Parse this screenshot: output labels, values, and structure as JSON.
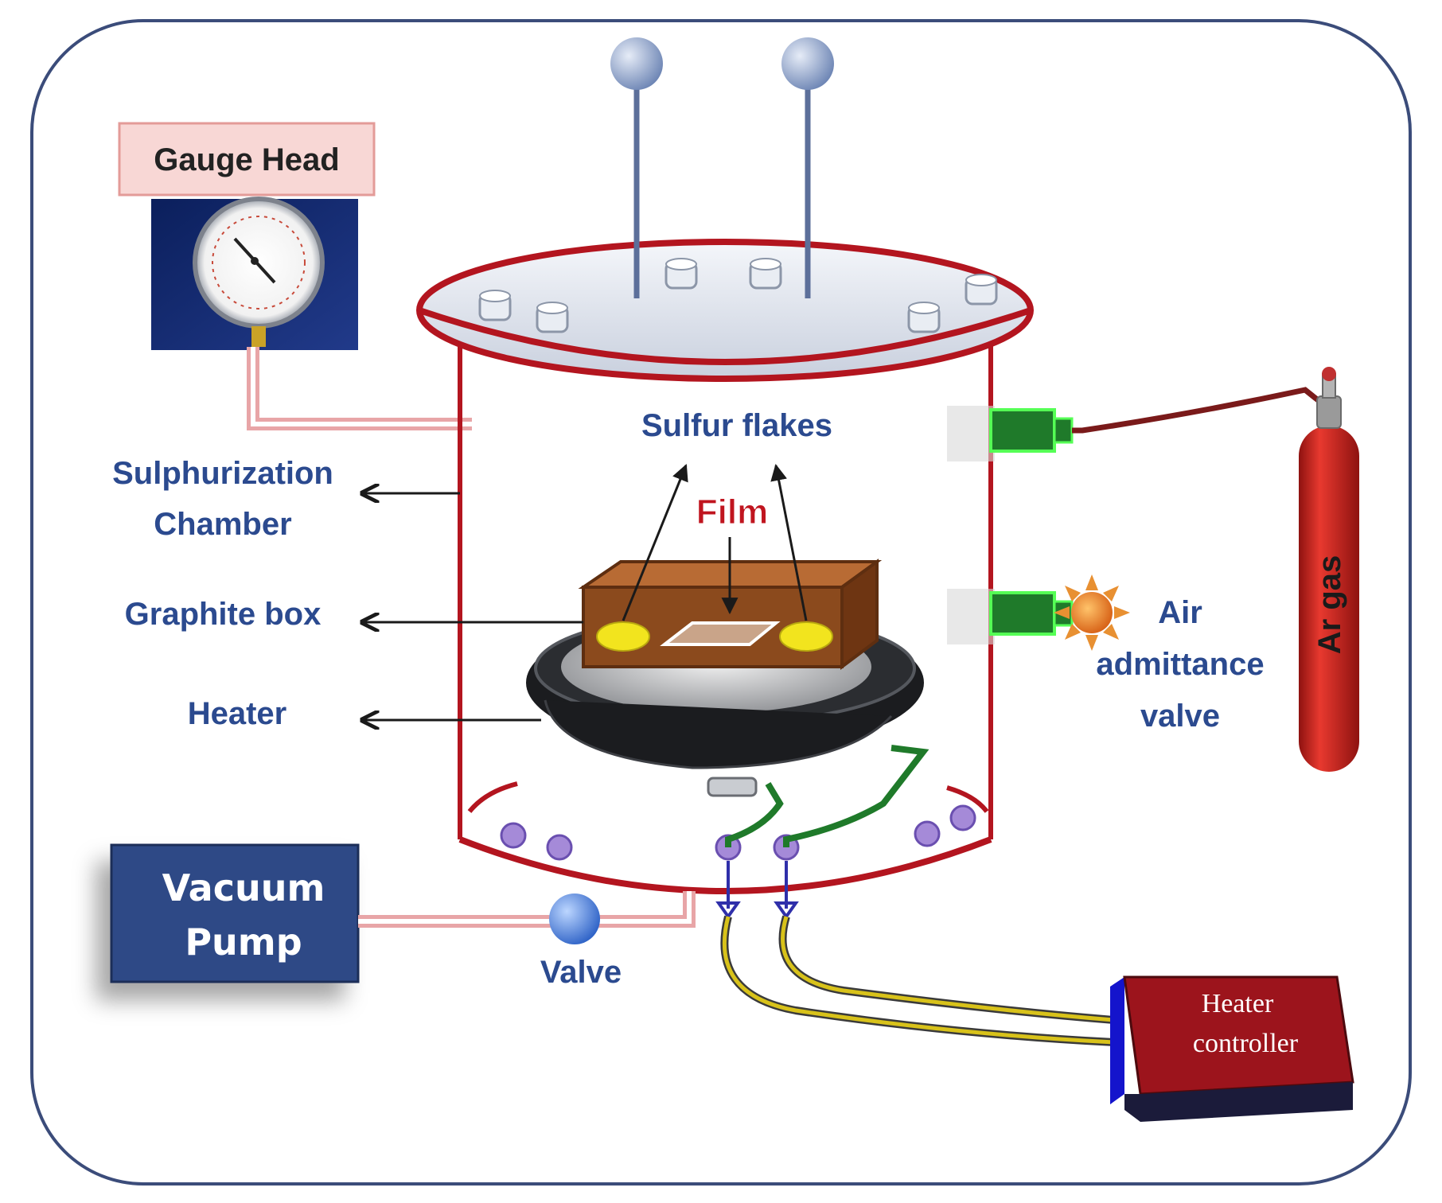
{
  "labels": {
    "gauge_head": "Gauge Head",
    "sulfur_flakes": "Sulfur flakes",
    "film": "Film",
    "chamber_line1": "Sulphurization",
    "chamber_line2": "Chamber",
    "graphite_box": "Graphite box",
    "heater": "Heater",
    "air_valve_line1": "Air",
    "air_valve_line2": "admittance",
    "air_valve_line3": "valve",
    "ar_gas": "Ar gas",
    "vacuum_pump_line1": "Vacuum",
    "vacuum_pump_line2": "Pump",
    "valve": "Valve",
    "heater_controller_line1": "Heater",
    "heater_controller_line2": "controller"
  },
  "colors": {
    "chamber_outline": "#b3151f",
    "label_blue": "#2b4a8f",
    "film_red": "#c0151f",
    "pipe_pink": "#e8a5a7",
    "gas_cylinder": "#d8231f",
    "pump_box": "#2e4a86",
    "controller_box": "#9c141c",
    "graphite_brown": "#8b4a1d",
    "sulfur_yellow": "#f2e41e",
    "wire_green": "#1f7a2a",
    "wire_yellow": "#d8c21a",
    "connector_green": "#1f7a2a",
    "frame": "#3b4c7a"
  }
}
